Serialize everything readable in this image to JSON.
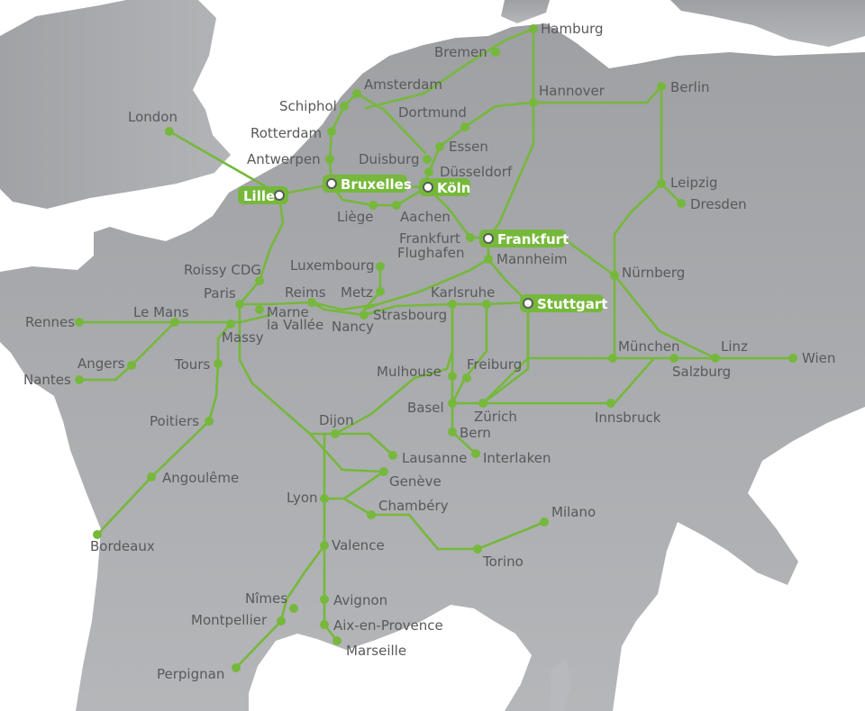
{
  "colors": {
    "sea": "#ffffff",
    "land": "#a8aaad",
    "rail_network": "#76b83b",
    "label_text": "#58595b",
    "hub_text": "#ffffff"
  },
  "stations": {
    "london": "London",
    "lille": "Lille",
    "bruxelles": "Bruxelles",
    "koln": "Köln",
    "frankfurt": "Frankfurt",
    "stuttgart": "Stuttgart",
    "hamburg": "Hamburg",
    "bremen": "Bremen",
    "amsterdam": "Amsterdam",
    "schiphol": "Schiphol",
    "rotterdam": "Rotterdam",
    "antwerpen": "Antwerpen",
    "hannover": "Hannover",
    "berlin": "Berlin",
    "dortmund": "Dortmund",
    "essen": "Essen",
    "duisburg": "Duisburg",
    "dusseldorf": "Düsseldorf",
    "liege": "Liège",
    "aachen": "Aachen",
    "leipzig": "Leipzig",
    "dresden": "Dresden",
    "frankfurt_flughafen_1": "Frankfurt",
    "frankfurt_flughafen_2": "Flughafen",
    "mannheim": "Mannheim",
    "nurnberg": "Nürnberg",
    "roissy": "Roissy CDG",
    "paris": "Paris",
    "luxembourg": "Luxembourg",
    "reims": "Reims",
    "metz": "Metz",
    "karlsruhe": "Karlsruhe",
    "marne_1": "Marne",
    "marne_2": "la Vallée",
    "nancy": "Nancy",
    "strasbourg": "Strasbourg",
    "rennes": "Rennes",
    "le_mans": "Le Mans",
    "massy": "Massy",
    "angers": "Angers",
    "nantes": "Nantes",
    "tours": "Tours",
    "munchen": "München",
    "linz": "Linz",
    "wien": "Wien",
    "salzburg": "Salzburg",
    "mulhouse": "Mulhouse",
    "freiburg": "Freiburg",
    "basel": "Basel",
    "zurich": "Zürich",
    "innsbruck": "Innsbruck",
    "bern": "Bern",
    "interlaken": "Interlaken",
    "poitiers": "Poitiers",
    "dijon": "Dijon",
    "lausanne": "Lausanne",
    "geneve": "Genève",
    "angouleme": "Angoulême",
    "lyon": "Lyon",
    "chambery": "Chambéry",
    "milano": "Milano",
    "torino": "Torino",
    "valence": "Valence",
    "bordeaux": "Bordeaux",
    "nimes": "Nîmes",
    "avignon": "Avignon",
    "montpellier": "Montpellier",
    "aix": "Aix-en-Provence",
    "marseille": "Marseille",
    "perpignan": "Perpignan"
  }
}
